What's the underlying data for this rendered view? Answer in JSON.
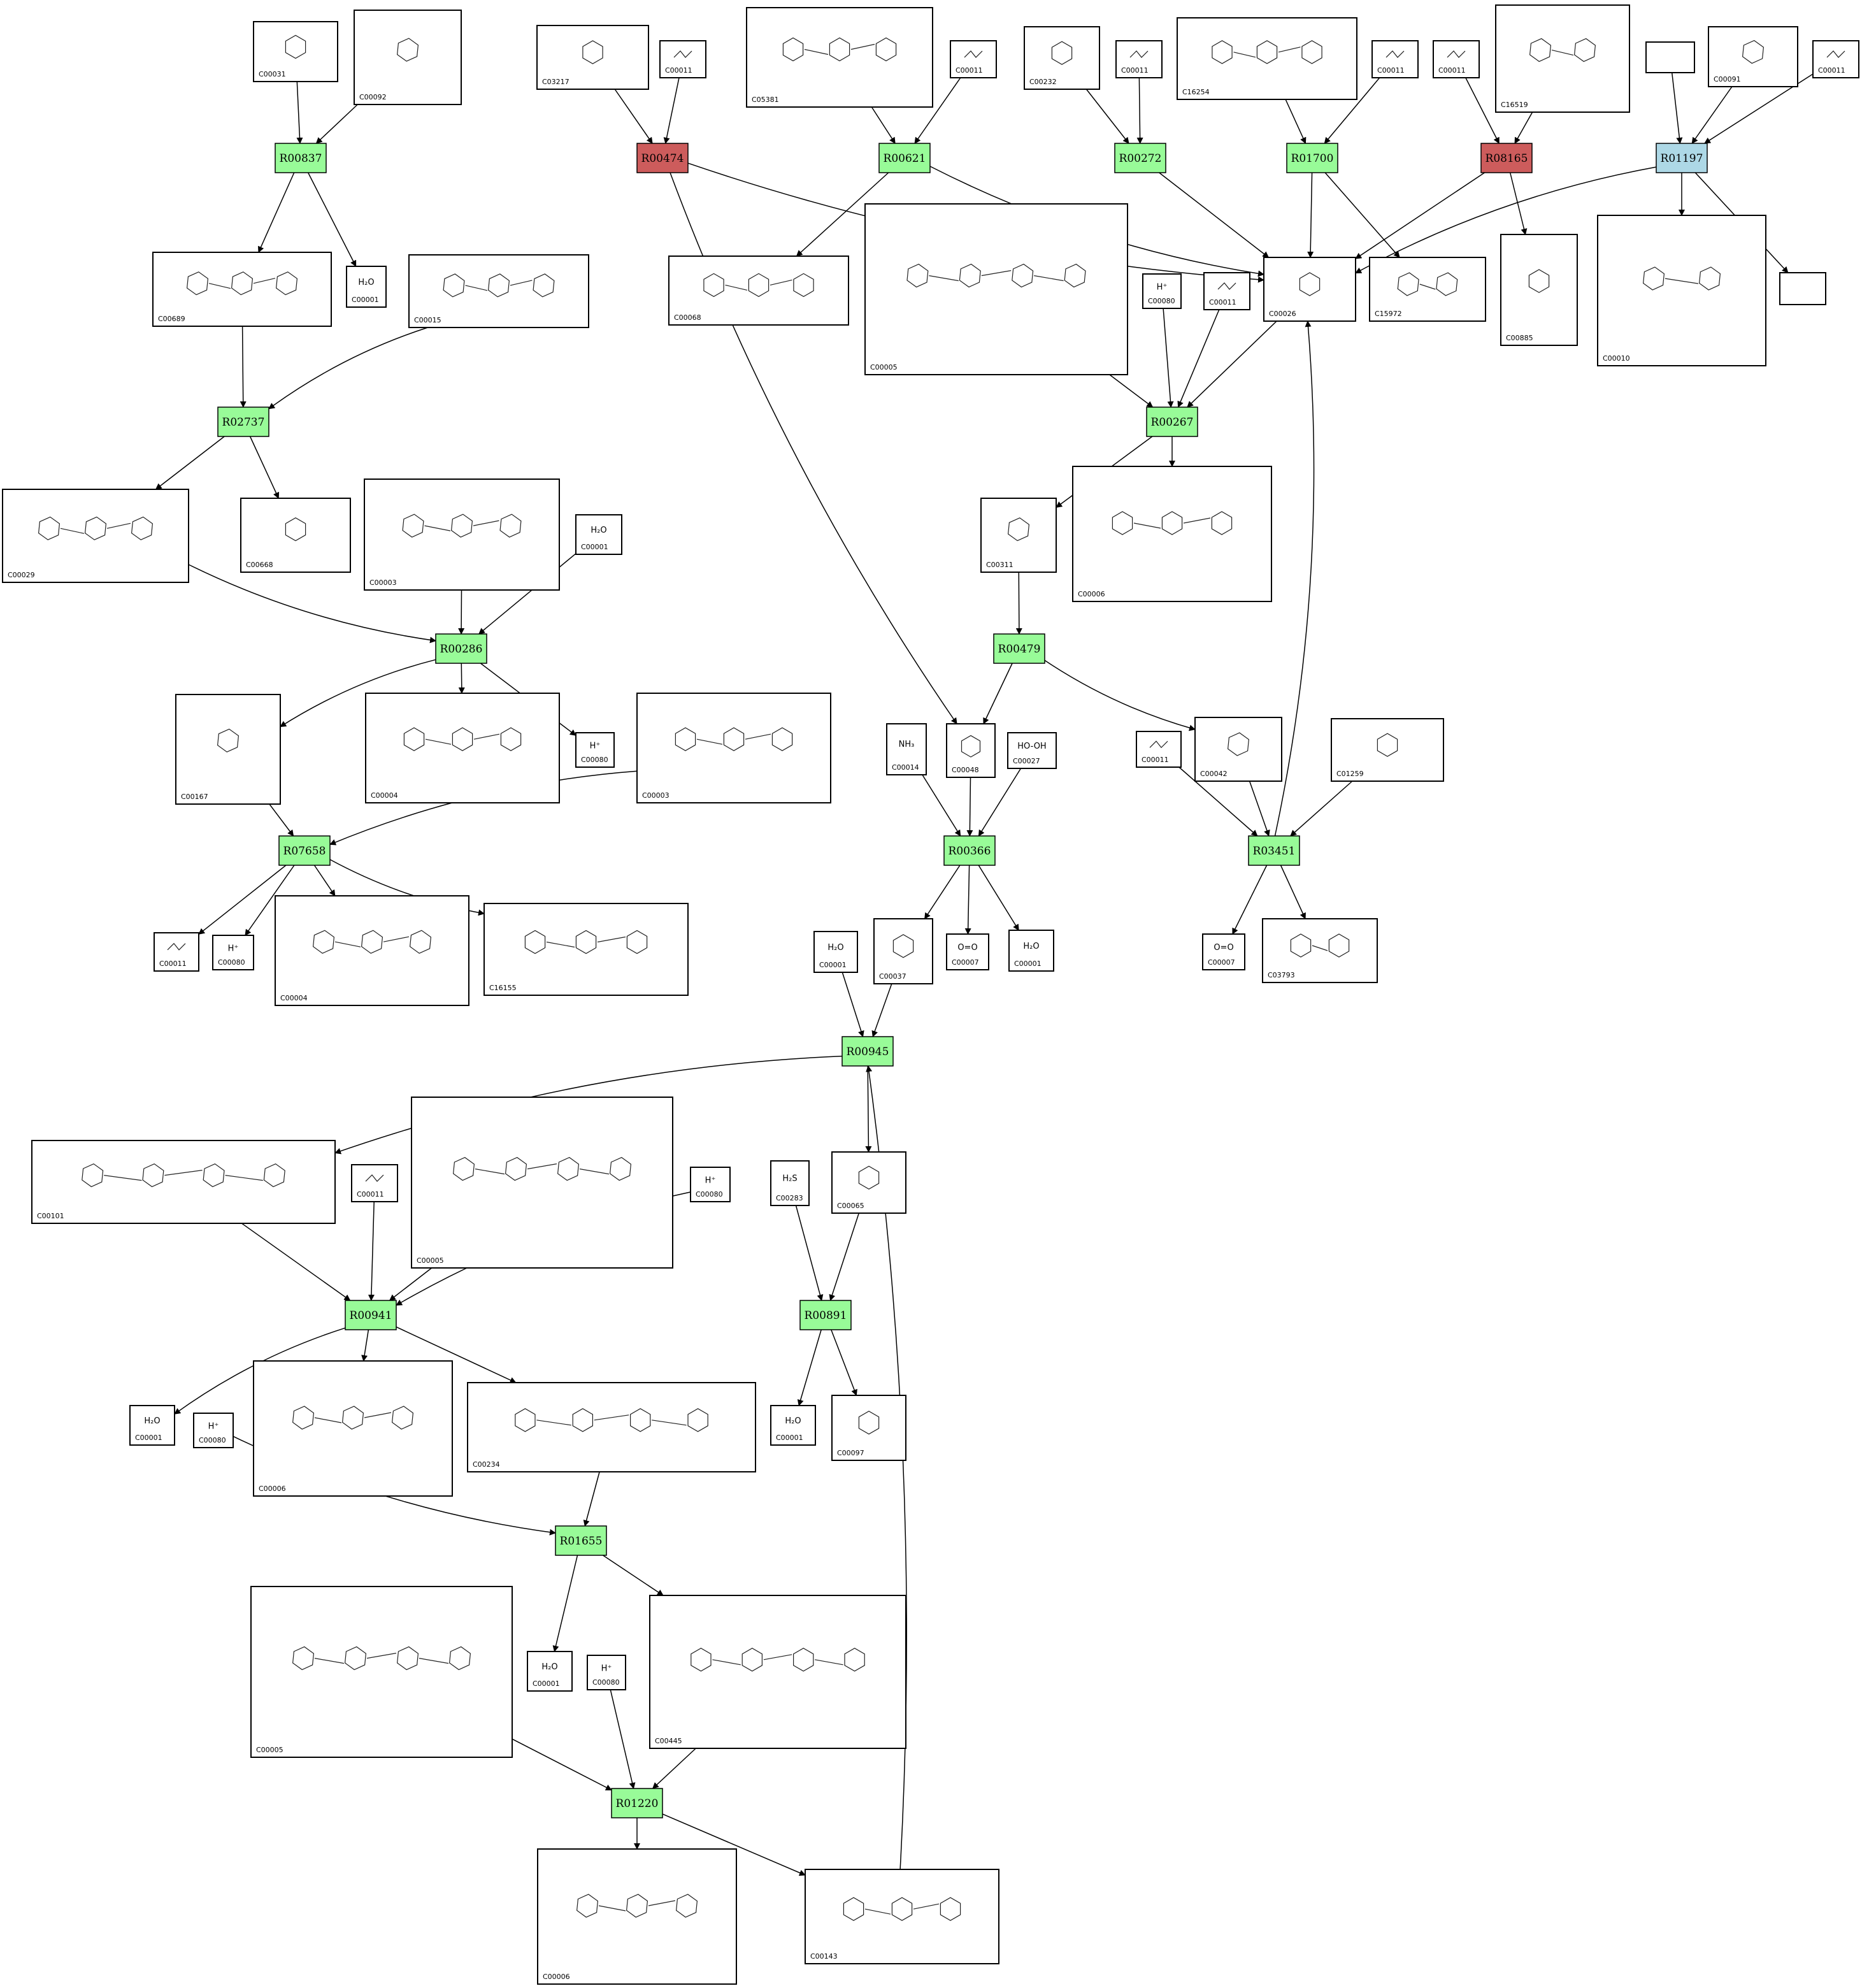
{
  "diagram": {
    "colors": {
      "reaction_default": "#98fb98",
      "reaction_red": "#cd5c5c",
      "reaction_blue": "#add8e6",
      "edge": "#000000",
      "compound_fill": "#ffffff"
    },
    "reactions": [
      {
        "id": "R00837",
        "color": "green"
      },
      {
        "id": "R00474",
        "color": "red"
      },
      {
        "id": "R00621",
        "color": "green"
      },
      {
        "id": "R00272",
        "color": "green"
      },
      {
        "id": "R01700",
        "color": "green"
      },
      {
        "id": "R08165",
        "color": "red"
      },
      {
        "id": "R01197",
        "color": "blue"
      },
      {
        "id": "R02737",
        "color": "green"
      },
      {
        "id": "R00267",
        "color": "green"
      },
      {
        "id": "R00286",
        "color": "green"
      },
      {
        "id": "R00479",
        "color": "green"
      },
      {
        "id": "R07658",
        "color": "green"
      },
      {
        "id": "R00366",
        "color": "green"
      },
      {
        "id": "R03451",
        "color": "green"
      },
      {
        "id": "R00945",
        "color": "green"
      },
      {
        "id": "R00941",
        "color": "green"
      },
      {
        "id": "R00891",
        "color": "green"
      },
      {
        "id": "R01655",
        "color": "green"
      },
      {
        "id": "R01220",
        "color": "green"
      }
    ],
    "compounds": [
      {
        "key": "c00031",
        "id": "C00031",
        "formula": ""
      },
      {
        "key": "c00092",
        "id": "C00092",
        "formula": ""
      },
      {
        "key": "c03217",
        "id": "C03217",
        "formula": ""
      },
      {
        "key": "c00011a",
        "id": "C00011",
        "formula": ""
      },
      {
        "key": "c05381",
        "id": "C05381",
        "formula": ""
      },
      {
        "key": "c00011b",
        "id": "C00011",
        "formula": ""
      },
      {
        "key": "c00232",
        "id": "C00232",
        "formula": ""
      },
      {
        "key": "c00011c",
        "id": "C00011",
        "formula": ""
      },
      {
        "key": "c16254",
        "id": "C16254",
        "formula": ""
      },
      {
        "key": "c00011d",
        "id": "C00011",
        "formula": ""
      },
      {
        "key": "c00011e",
        "id": "C00011",
        "formula": ""
      },
      {
        "key": "c16519",
        "id": "C16519",
        "formula": ""
      },
      {
        "key": "blank1",
        "id": "",
        "formula": ""
      },
      {
        "key": "c00091",
        "id": "C00091",
        "formula": ""
      },
      {
        "key": "c00011f",
        "id": "C00011",
        "formula": ""
      },
      {
        "key": "c00689",
        "id": "C00689",
        "formula": ""
      },
      {
        "key": "c00001a",
        "id": "C00001",
        "formula": "H₂O"
      },
      {
        "key": "c00015",
        "id": "C00015",
        "formula": ""
      },
      {
        "key": "c00068",
        "id": "C00068",
        "formula": ""
      },
      {
        "key": "c00005a",
        "id": "C00005",
        "formula": ""
      },
      {
        "key": "c00080a",
        "id": "C00080",
        "formula": "H⁺"
      },
      {
        "key": "c00011g",
        "id": "C00011",
        "formula": ""
      },
      {
        "key": "c00026",
        "id": "C00026",
        "formula": ""
      },
      {
        "key": "c15972",
        "id": "C15972",
        "formula": ""
      },
      {
        "key": "c00885",
        "id": "C00885",
        "formula": ""
      },
      {
        "key": "c00010",
        "id": "C00010",
        "formula": ""
      },
      {
        "key": "blank2",
        "id": "",
        "formula": ""
      },
      {
        "key": "c00029",
        "id": "C00029",
        "formula": ""
      },
      {
        "key": "c00668",
        "id": "C00668",
        "formula": ""
      },
      {
        "key": "c00003a",
        "id": "C00003",
        "formula": ""
      },
      {
        "key": "c00001b",
        "id": "C00001",
        "formula": "H₂O"
      },
      {
        "key": "c00311",
        "id": "C00311",
        "formula": ""
      },
      {
        "key": "c00006a",
        "id": "C00006",
        "formula": ""
      },
      {
        "key": "c00167",
        "id": "C00167",
        "formula": ""
      },
      {
        "key": "c00004a",
        "id": "C00004",
        "formula": ""
      },
      {
        "key": "c00080b",
        "id": "C00080",
        "formula": "H⁺"
      },
      {
        "key": "c00003b",
        "id": "C00003",
        "formula": ""
      },
      {
        "key": "c00014",
        "id": "C00014",
        "formula": "NH₃"
      },
      {
        "key": "c00048",
        "id": "C00048",
        "formula": ""
      },
      {
        "key": "c00027",
        "id": "C00027",
        "formula": "HO-OH"
      },
      {
        "key": "c00011h",
        "id": "C00011",
        "formula": ""
      },
      {
        "key": "c00042",
        "id": "C00042",
        "formula": ""
      },
      {
        "key": "c01259",
        "id": "C01259",
        "formula": ""
      },
      {
        "key": "c00011i",
        "id": "C00011",
        "formula": ""
      },
      {
        "key": "c00080c",
        "id": "C00080",
        "formula": "H⁺"
      },
      {
        "key": "c00004b",
        "id": "C00004",
        "formula": ""
      },
      {
        "key": "c16155",
        "id": "C16155",
        "formula": ""
      },
      {
        "key": "c00001c",
        "id": "C00001",
        "formula": "H₂O"
      },
      {
        "key": "c00037",
        "id": "C00037",
        "formula": ""
      },
      {
        "key": "c00007a",
        "id": "C00007",
        "formula": "O=O"
      },
      {
        "key": "c00001d",
        "id": "C00001",
        "formula": "H₂O"
      },
      {
        "key": "c00007b",
        "id": "C00007",
        "formula": "O=O"
      },
      {
        "key": "c03793",
        "id": "C03793",
        "formula": ""
      },
      {
        "key": "c00101",
        "id": "C00101",
        "formula": ""
      },
      {
        "key": "c00011j",
        "id": "C00011",
        "formula": ""
      },
      {
        "key": "c00005b",
        "id": "C00005",
        "formula": ""
      },
      {
        "key": "c00080d",
        "id": "C00080",
        "formula": "H⁺"
      },
      {
        "key": "c00283",
        "id": "C00283",
        "formula": "H₂S"
      },
      {
        "key": "c00065",
        "id": "C00065",
        "formula": ""
      },
      {
        "key": "c00001e",
        "id": "C00001",
        "formula": "H₂O"
      },
      {
        "key": "c00080e",
        "id": "C00080",
        "formula": "H⁺"
      },
      {
        "key": "c00006b",
        "id": "C00006",
        "formula": ""
      },
      {
        "key": "c00234",
        "id": "C00234",
        "formula": ""
      },
      {
        "key": "c00001f",
        "id": "C00001",
        "formula": "H₂O"
      },
      {
        "key": "c00097",
        "id": "C00097",
        "formula": ""
      },
      {
        "key": "c00005c",
        "id": "C00005",
        "formula": ""
      },
      {
        "key": "c00001g",
        "id": "C00001",
        "formula": "H₂O"
      },
      {
        "key": "c00080f",
        "id": "C00080",
        "formula": "H⁺"
      },
      {
        "key": "c00445",
        "id": "C00445",
        "formula": ""
      },
      {
        "key": "c00006c",
        "id": "C00006",
        "formula": ""
      },
      {
        "key": "c00143",
        "id": "C00143",
        "formula": ""
      }
    ],
    "edges": [
      [
        "c00031",
        "R00837"
      ],
      [
        "c00092",
        "R00837"
      ],
      [
        "R00837",
        "c00689"
      ],
      [
        "R00837",
        "c00001a"
      ],
      [
        "c03217",
        "R00474"
      ],
      [
        "c00011a",
        "R00474"
      ],
      [
        "R00474",
        "c00026"
      ],
      [
        "R00474",
        "c00048"
      ],
      [
        "c05381",
        "R00621"
      ],
      [
        "c00011b",
        "R00621"
      ],
      [
        "R00621",
        "c00068"
      ],
      [
        "R00621",
        "c00026"
      ],
      [
        "c00232",
        "R00272"
      ],
      [
        "c00011c",
        "R00272"
      ],
      [
        "R00272",
        "c00026"
      ],
      [
        "c16254",
        "R01700"
      ],
      [
        "c00011d",
        "R01700"
      ],
      [
        "R01700",
        "c00026"
      ],
      [
        "R01700",
        "c15972"
      ],
      [
        "c00011e",
        "R08165"
      ],
      [
        "c16519",
        "R08165"
      ],
      [
        "R08165",
        "c00026"
      ],
      [
        "R08165",
        "c00885"
      ],
      [
        "blank1",
        "R01197"
      ],
      [
        "c00091",
        "R01197"
      ],
      [
        "c00011f",
        "R01197"
      ],
      [
        "R01197",
        "c00026"
      ],
      [
        "R01197",
        "c00010"
      ],
      [
        "R01197",
        "blank2"
      ],
      [
        "c00689",
        "R02737"
      ],
      [
        "c00015",
        "R02737"
      ],
      [
        "R02737",
        "c00029"
      ],
      [
        "R02737",
        "c00668"
      ],
      [
        "c00005a",
        "R00267"
      ],
      [
        "c00080a",
        "R00267"
      ],
      [
        "c00011g",
        "R00267"
      ],
      [
        "c00026",
        "R00267"
      ],
      [
        "R00267",
        "c00311"
      ],
      [
        "R00267",
        "c00006a"
      ],
      [
        "c00029",
        "R00286"
      ],
      [
        "c00003a",
        "R00286"
      ],
      [
        "c00001b",
        "R00286"
      ],
      [
        "R00286",
        "c00167"
      ],
      [
        "R00286",
        "c00004a"
      ],
      [
        "R00286",
        "c00080b"
      ],
      [
        "c00311",
        "R00479"
      ],
      [
        "R00479",
        "c00048"
      ],
      [
        "R00479",
        "c00042"
      ],
      [
        "c00167",
        "R07658"
      ],
      [
        "c00003b",
        "R07658"
      ],
      [
        "R07658",
        "c00011i"
      ],
      [
        "R07658",
        "c00080c"
      ],
      [
        "R07658",
        "c00004b"
      ],
      [
        "R07658",
        "c16155"
      ],
      [
        "c00014",
        "R00366"
      ],
      [
        "c00048",
        "R00366"
      ],
      [
        "c00027",
        "R00366"
      ],
      [
        "R00366",
        "c00037"
      ],
      [
        "R00366",
        "c00007a"
      ],
      [
        "R00366",
        "c00001d"
      ],
      [
        "c00011h",
        "R03451"
      ],
      [
        "c00042",
        "R03451"
      ],
      [
        "c01259",
        "R03451"
      ],
      [
        "R03451",
        "c00026"
      ],
      [
        "R03451",
        "c00007b"
      ],
      [
        "R03451",
        "c03793"
      ],
      [
        "c00001c",
        "R00945"
      ],
      [
        "c00037",
        "R00945"
      ],
      [
        "c00143",
        "R00945"
      ],
      [
        "R00945",
        "c00101"
      ],
      [
        "R00945",
        "c00065"
      ],
      [
        "c00101",
        "R00941"
      ],
      [
        "c00011j",
        "R00941"
      ],
      [
        "c00005b",
        "R00941"
      ],
      [
        "c00080d",
        "R00941"
      ],
      [
        "R00941",
        "c00001e"
      ],
      [
        "R00941",
        "c00006b"
      ],
      [
        "R00941",
        "c00234"
      ],
      [
        "c00283",
        "R00891"
      ],
      [
        "c00065",
        "R00891"
      ],
      [
        "R00891",
        "c00001f"
      ],
      [
        "R00891",
        "c00097"
      ],
      [
        "c00080e",
        "R01655"
      ],
      [
        "c00234",
        "R01655"
      ],
      [
        "R01655",
        "c00001g"
      ],
      [
        "R01655",
        "c00445"
      ],
      [
        "c00005c",
        "R01220"
      ],
      [
        "c00080f",
        "R01220"
      ],
      [
        "c00445",
        "R01220"
      ],
      [
        "R01220",
        "c00006c"
      ],
      [
        "R01220",
        "c00143"
      ]
    ]
  }
}
